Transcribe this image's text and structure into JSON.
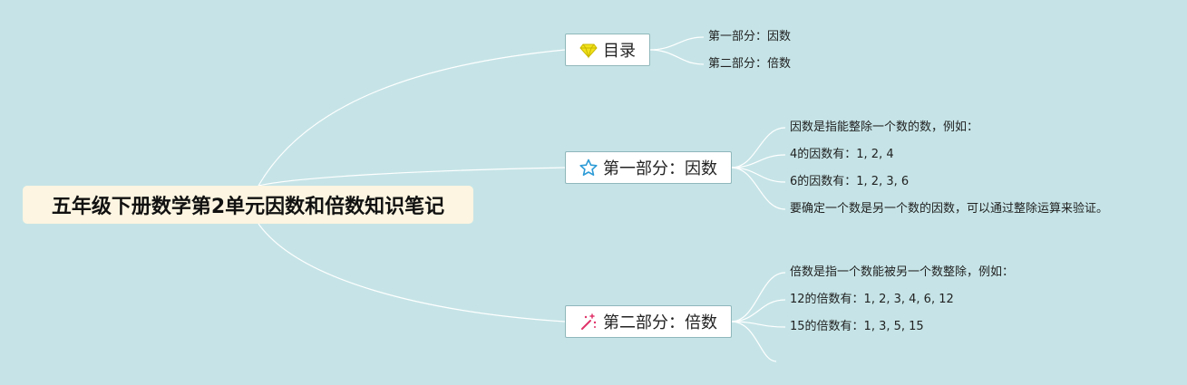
{
  "root": {
    "title": "五年级下册数学第2单元因数和倍数知识笔记"
  },
  "branches": [
    {
      "label": "目录",
      "icon": "diamond-icon",
      "icon_color": "#f2e21b",
      "children": [
        "第一部分：因数",
        "第二部分：倍数"
      ]
    },
    {
      "label": "第一部分：因数",
      "icon": "star-outline-icon",
      "icon_color": "#2d9bd6",
      "children": [
        "因数是指能整除一个数的数，例如：",
        "4的因数有：1, 2, 4",
        "6的因数有：1, 2, 3, 6",
        "要确定一个数是另一个数的因数，可以通过整除运算来验证。"
      ]
    },
    {
      "label": "第二部分：倍数",
      "icon": "magic-wand-icon",
      "icon_color": "#e0336a",
      "children": [
        "倍数是指一个数能被另一个数整除，例如：",
        "12的倍数有：1, 2, 3, 4, 6, 12",
        "15的倍数有：1, 3, 5, 15",
        ""
      ]
    }
  ],
  "colors": {
    "background": "#c6e4e7",
    "line": "#ffffff",
    "root_fill": "#fdf5e1"
  }
}
